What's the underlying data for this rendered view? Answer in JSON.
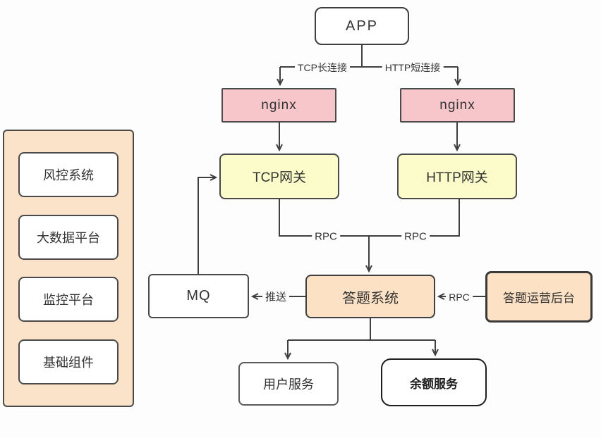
{
  "diagram": {
    "nodes": {
      "app": {
        "label": "APP"
      },
      "nginx_left": {
        "label": "nginx"
      },
      "nginx_right": {
        "label": "nginx"
      },
      "tcp_gateway": {
        "label": "TCP网关"
      },
      "http_gateway": {
        "label": "HTTP网关"
      },
      "mq": {
        "label": "MQ"
      },
      "answer_system": {
        "label": "答题系统"
      },
      "answer_ops_backend": {
        "label": "答题运营后台"
      },
      "user_service": {
        "label": "用户服务"
      },
      "balance_service": {
        "label": "余额服务"
      }
    },
    "edge_labels": {
      "tcp_long": "TCP长连接",
      "http_short": "HTTP短连接",
      "rpc_left": "RPC",
      "rpc_right": "RPC",
      "push": "推送",
      "rpc_ops": "RPC"
    },
    "sidebar": {
      "items": [
        {
          "label": "风控系统"
        },
        {
          "label": "大数据平台"
        },
        {
          "label": "监控平台"
        },
        {
          "label": "基础组件"
        }
      ]
    },
    "colors": {
      "nginx_pink": "#f7c6ca",
      "gateway_yellow": "#fbfcca",
      "system_orange": "#fce1c4",
      "sidebar_orange": "#fbe3ca",
      "line_dark": "#3f3f3f",
      "background": "#fdfdfd"
    }
  }
}
